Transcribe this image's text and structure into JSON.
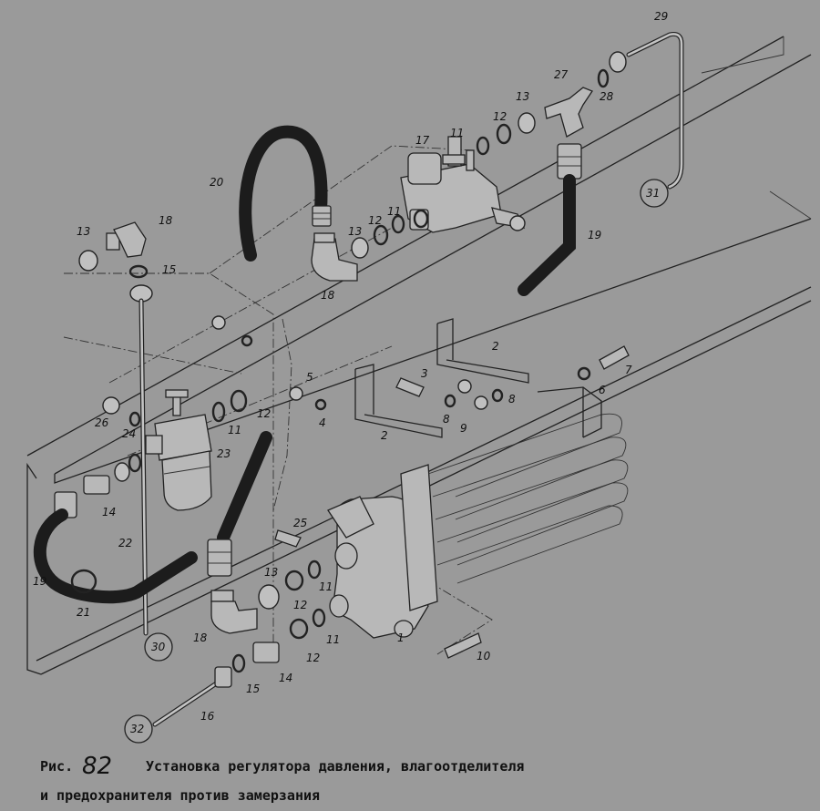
{
  "callouts": {
    "c1": "1",
    "c2a": "2",
    "c2b": "2",
    "c3": "3",
    "c4": "4",
    "c5": "5",
    "c6": "6",
    "c7": "7",
    "c8a": "8",
    "c8b": "8",
    "c9": "9",
    "c10": "10",
    "c11a": "11",
    "c11b": "11",
    "c11c": "11",
    "c11d": "11",
    "c11e": "11",
    "c12a": "12",
    "c12b": "12",
    "c12c": "12",
    "c12d": "12",
    "c12e": "12",
    "c13a": "13",
    "c13b": "13",
    "c13c": "13",
    "c13d": "13",
    "c14a": "14",
    "c14b": "14",
    "c15a": "15",
    "c15b": "15",
    "c16": "16",
    "c17": "17",
    "c18a": "18",
    "c18b": "18",
    "c18c": "18",
    "c19a": "19",
    "c19b": "19",
    "c20": "20",
    "c21": "21",
    "c22": "22",
    "c23": "23",
    "c24": "24",
    "c25": "25",
    "c26": "26",
    "c27": "27",
    "c28": "28",
    "c29": "29",
    "c30": "30",
    "c31": "31",
    "c32": "32"
  },
  "caption": {
    "prefix": "Рис.",
    "number": "82",
    "line1": "Установка регулятора давления, влагоотделителя",
    "line2": "и предохранителя против замерзания"
  }
}
